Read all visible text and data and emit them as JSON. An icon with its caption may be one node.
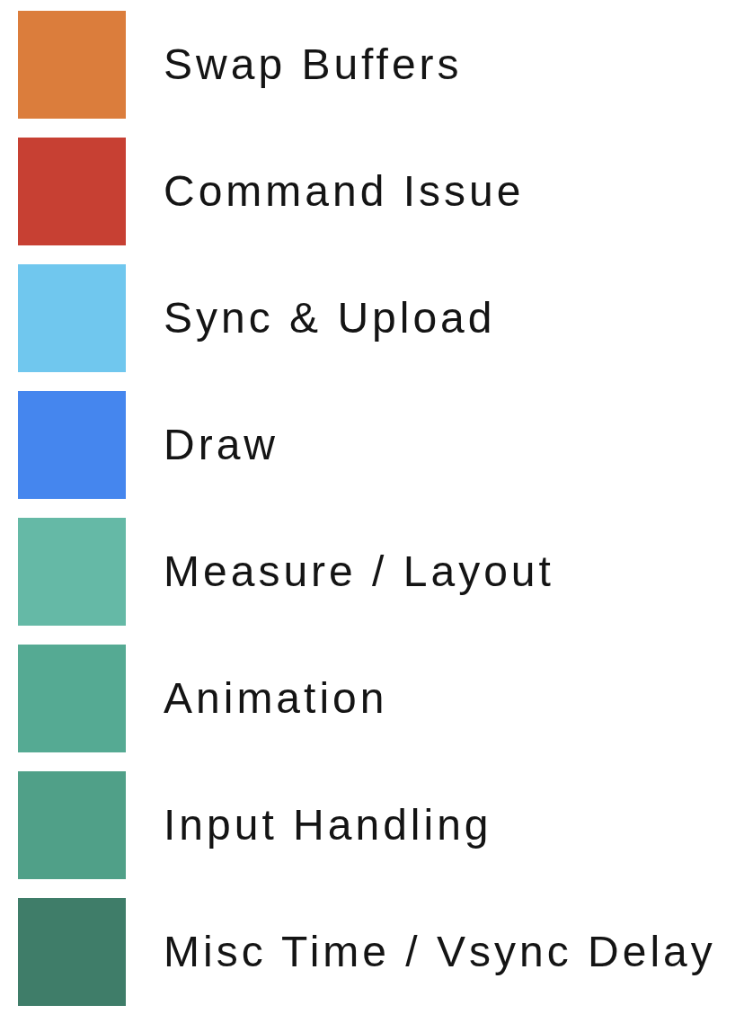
{
  "diagram": {
    "legend": [
      {
        "text": "Swap Buffers",
        "color": "#db7d3c"
      },
      {
        "text": "Command Issue",
        "color": "#c74033"
      },
      {
        "text": "Sync & Upload",
        "color": "#70c7ee"
      },
      {
        "text": "Draw",
        "color": "#4586ee"
      },
      {
        "text": "Measure / Layout",
        "color": "#65b9a6"
      },
      {
        "text": "Animation",
        "color": "#55aa93"
      },
      {
        "text": "Input Handling",
        "color": "#50a088"
      },
      {
        "text": "Misc Time / Vsync Delay",
        "color": "#3f7d69"
      }
    ]
  }
}
